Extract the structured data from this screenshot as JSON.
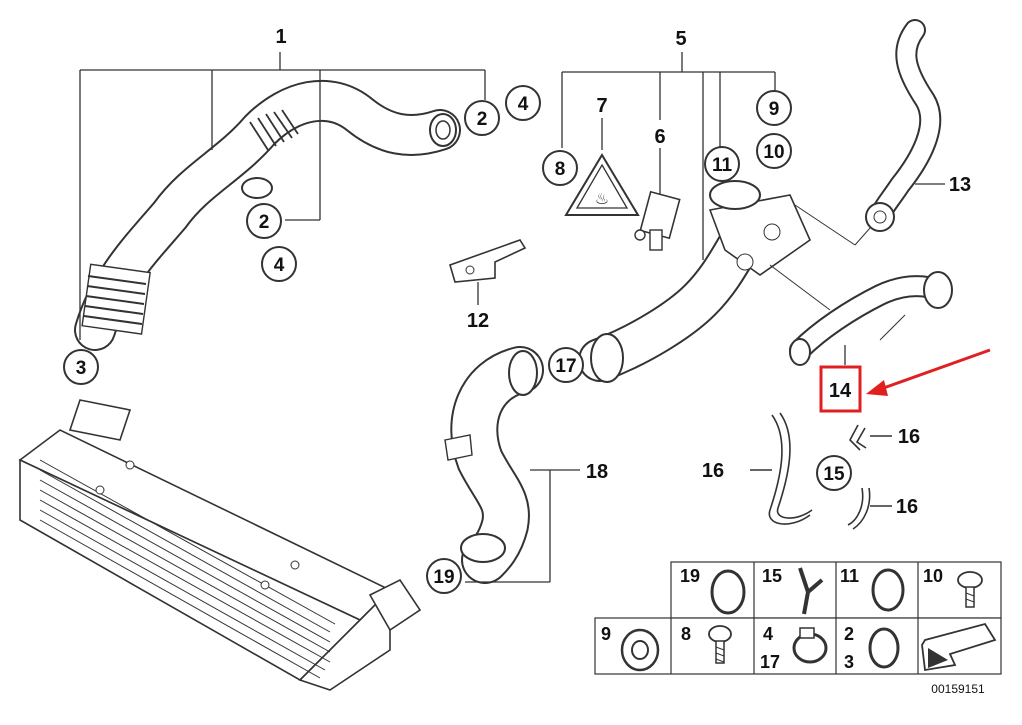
{
  "diagram": {
    "callouts": {
      "c1": "1",
      "c2a": "2",
      "c4a": "4",
      "c2b": "2",
      "c4b": "4",
      "c3": "3",
      "c5": "5",
      "c7": "7",
      "c6": "6",
      "c8": "8",
      "c9": "9",
      "c10": "10",
      "c11": "11",
      "c12": "12",
      "c13": "13",
      "c14": "14",
      "c15": "15",
      "c16a": "16",
      "c16b": "16",
      "c16c": "16",
      "c17": "17",
      "c18": "18",
      "c19": "19"
    },
    "grid": {
      "cells": [
        {
          "top": "19"
        },
        {
          "top": "15"
        },
        {
          "top": "11"
        },
        {
          "top": "10"
        },
        {
          "top": "9"
        },
        {
          "top": "8"
        },
        {
          "top": "4",
          "bottom": "17"
        },
        {
          "top": "2",
          "bottom": "3"
        },
        {
          "top": ""
        }
      ]
    },
    "diagram_number": "00159151",
    "highlight_color": "#e02020",
    "line_color": "#333333"
  }
}
